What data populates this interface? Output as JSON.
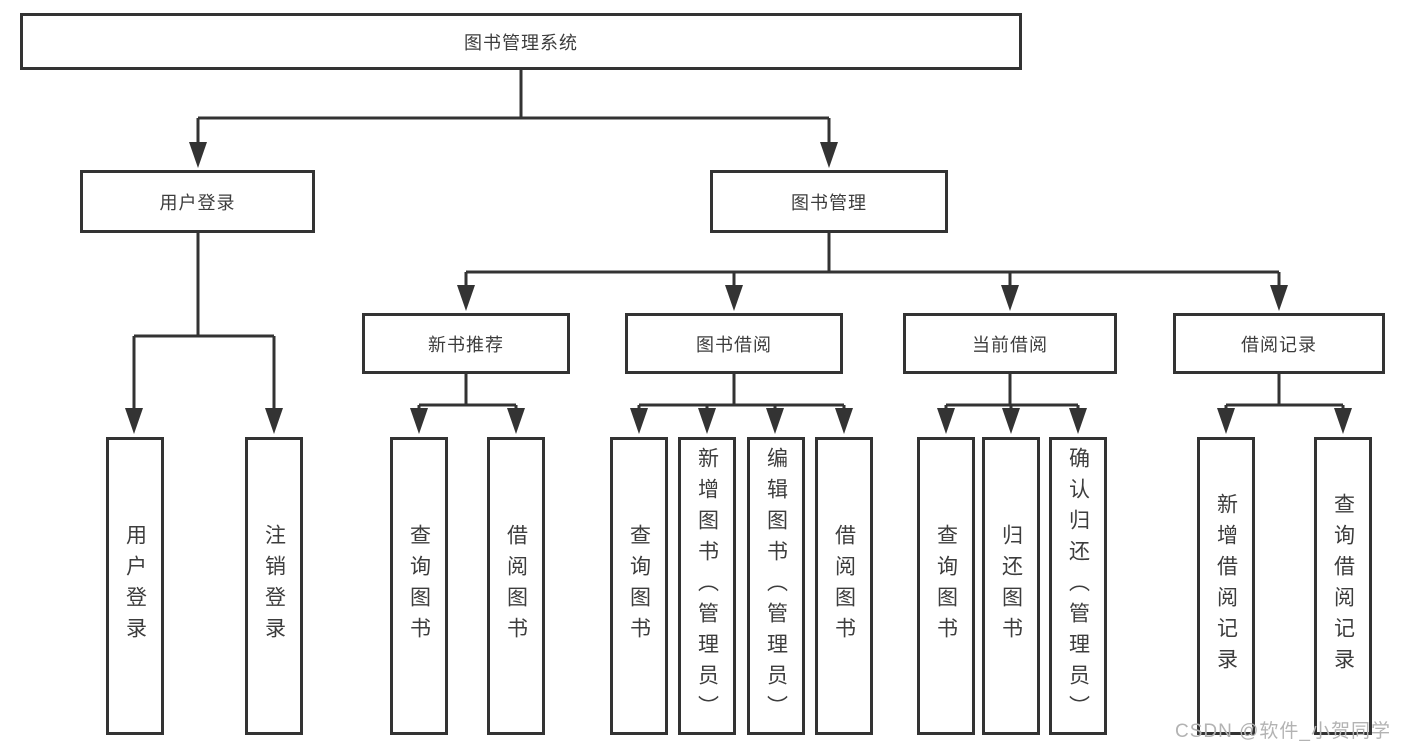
{
  "page": {
    "background_color": "#ffffff",
    "line_color": "#333333",
    "text_color": "#3d3d3d",
    "watermark_color": "#b3b3b3"
  },
  "diagram": {
    "root": {
      "label": "图书管理系统"
    },
    "level2": [
      {
        "id": "user-login",
        "label": "用户登录"
      },
      {
        "id": "book-management",
        "label": "图书管理"
      }
    ],
    "level3": [
      {
        "id": "new-book-recommend",
        "label": "新书推荐"
      },
      {
        "id": "book-borrow",
        "label": "图书借阅"
      },
      {
        "id": "current-borrow",
        "label": "当前借阅"
      },
      {
        "id": "borrow-records",
        "label": "借阅记录"
      }
    ],
    "leaves": [
      {
        "parent": "user-login",
        "label": "用户登录"
      },
      {
        "parent": "user-login",
        "label": "注销登录"
      },
      {
        "parent": "new-book-recommend",
        "label": "查询图书"
      },
      {
        "parent": "new-book-recommend",
        "label": "借阅图书"
      },
      {
        "parent": "book-borrow",
        "label": "查询图书"
      },
      {
        "parent": "book-borrow",
        "label": "新增图书（管理员）"
      },
      {
        "parent": "book-borrow",
        "label": "编辑图书（管理员）"
      },
      {
        "parent": "book-borrow",
        "label": "借阅图书"
      },
      {
        "parent": "current-borrow",
        "label": "查询图书"
      },
      {
        "parent": "current-borrow",
        "label": "归还图书"
      },
      {
        "parent": "current-borrow",
        "label": "确认归还（管理员）"
      },
      {
        "parent": "borrow-records",
        "label": "新增借阅记录"
      },
      {
        "parent": "borrow-records",
        "label": "查询借阅记录"
      }
    ]
  },
  "watermark": {
    "text": "CSDN @软件_小贺同学"
  }
}
